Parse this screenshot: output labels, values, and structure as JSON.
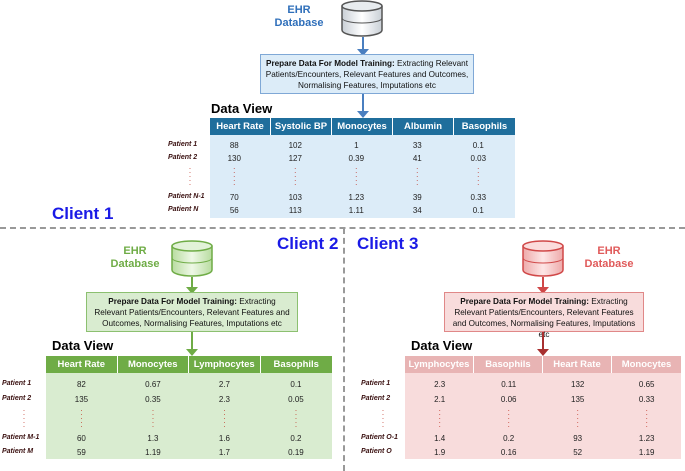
{
  "top": {
    "db_label": [
      "EHR",
      "Database"
    ],
    "prep_bold": "Prepare Data For Model Training:",
    "prep_rest": " Extracting Relevant Patients/Encounters, Relevant Features and Outcomes, Normalising Features, Imputations etc",
    "data_view_title": "Data View",
    "columns": [
      "Heart Rate",
      "Systolic BP",
      "Monocytes",
      "Albumin",
      "Basophils"
    ],
    "rows": [
      {
        "label": "Patient 1",
        "values": [
          "88",
          "102",
          "1",
          "33",
          "0.1"
        ]
      },
      {
        "label": "Patient 2",
        "values": [
          "130",
          "127",
          "0.39",
          "41",
          "0.03"
        ]
      },
      {
        "label": "Patient N-1",
        "values": [
          "70",
          "103",
          "1.23",
          "39",
          "0.33"
        ]
      },
      {
        "label": "Patient N",
        "values": [
          "56",
          "113",
          "1.11",
          "34",
          "0.1"
        ]
      }
    ],
    "colors": {
      "accent": "#1f6e9c",
      "db": "#4a7fc0",
      "fill": "#dcecf8"
    }
  },
  "client1": {
    "label": "Client 1"
  },
  "client2": {
    "label": "Client 2",
    "db_label": [
      "EHR",
      "Database"
    ],
    "prep_bold": "Prepare Data For Model Training:",
    "prep_rest": " Extracting Relevant Patients/Encounters, Relevant Features and Outcomes, Normalising Features, Imputations etc",
    "data_view_title": "Data View",
    "columns": [
      "Heart Rate",
      "Monocytes",
      "Lymphocytes",
      "Basophils"
    ],
    "rows": [
      {
        "label": "Patient 1",
        "values": [
          "82",
          "0.67",
          "2.7",
          "0.1"
        ]
      },
      {
        "label": "Patient 2",
        "values": [
          "135",
          "0.35",
          "2.3",
          "0.05"
        ]
      },
      {
        "label": "Patient M-1",
        "values": [
          "60",
          "1.3",
          "1.6",
          "0.2"
        ]
      },
      {
        "label": "Patient M",
        "values": [
          "59",
          "1.19",
          "1.7",
          "0.19"
        ]
      }
    ],
    "colors": {
      "accent": "#6fac46",
      "fill": "#d9ecd0"
    }
  },
  "client3": {
    "label": "Client 3",
    "db_label": [
      "EHR",
      "Database"
    ],
    "prep_bold": "Prepare Data For Model Training:",
    "prep_rest": " Extracting Relevant Patients/Encounters, Relevant Features and Outcomes, Normalising Features, Imputations etc",
    "data_view_title": "Data View",
    "columns": [
      "Lymphocytes",
      "Basophils",
      "Heart Rate",
      "Monocytes"
    ],
    "rows": [
      {
        "label": "Patient 1",
        "values": [
          "2.3",
          "0.11",
          "132",
          "0.65"
        ]
      },
      {
        "label": "Patient 2",
        "values": [
          "2.1",
          "0.06",
          "135",
          "0.33"
        ]
      },
      {
        "label": "Patient O-1",
        "values": [
          "1.4",
          "0.2",
          "93",
          "1.23"
        ]
      },
      {
        "label": "Patient O",
        "values": [
          "1.9",
          "0.16",
          "52",
          "1.19"
        ]
      }
    ],
    "colors": {
      "accent": "#e05a5a",
      "header": "#e8b4b4",
      "fill": "#f8dcdc"
    }
  }
}
